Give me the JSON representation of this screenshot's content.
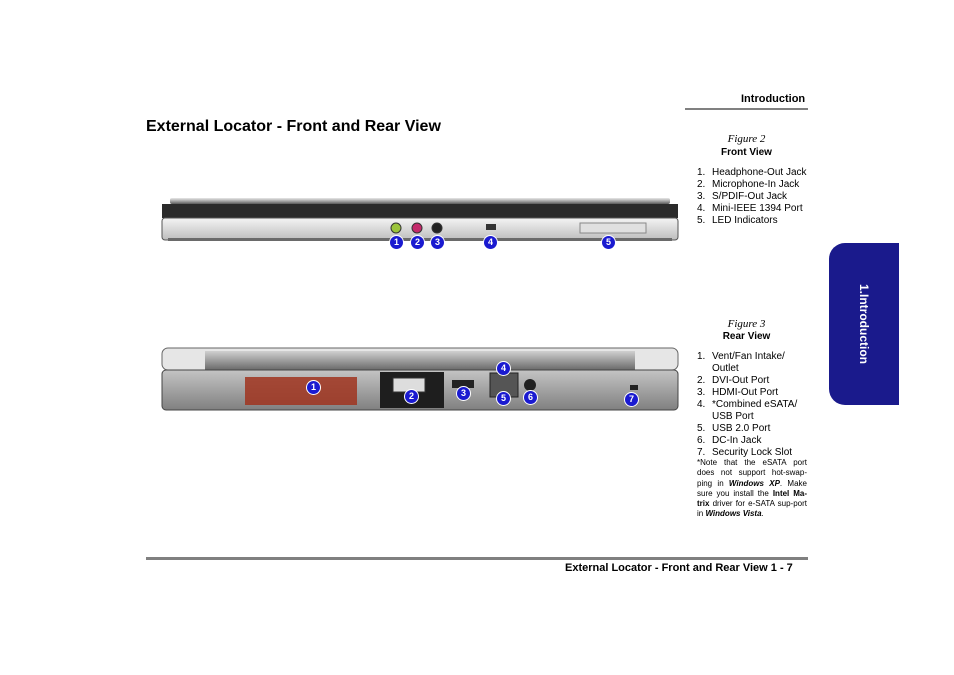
{
  "header": {
    "section": "Introduction"
  },
  "page_title": "External Locator - Front and Rear View",
  "figures": [
    {
      "caption": "Figure 2",
      "title": "Front View",
      "items": [
        {
          "num": "1.",
          "text": "Headphone-Out Jack"
        },
        {
          "num": "2.",
          "text": "Microphone-In Jack"
        },
        {
          "num": "3.",
          "text": "S/PDIF-Out Jack"
        },
        {
          "num": "4.",
          "text": "Mini-IEEE 1394 Port"
        },
        {
          "num": "5.",
          "text": "LED Indicators"
        }
      ],
      "callouts": [
        "1",
        "2",
        "3",
        "4",
        "5"
      ]
    },
    {
      "caption": "Figure 3",
      "title": "Rear View",
      "items": [
        {
          "num": "1.",
          "text": "Vent/Fan Intake/ Outlet"
        },
        {
          "num": "2.",
          "text": "DVI-Out Port"
        },
        {
          "num": "3.",
          "text": "HDMI-Out Port"
        },
        {
          "num": "4.",
          "text": "*Combined eSATA/ USB Port"
        },
        {
          "num": "5.",
          "text": "USB 2.0 Port"
        },
        {
          "num": "6.",
          "text": "DC-In Jack"
        },
        {
          "num": "7.",
          "text": "Security Lock Slot"
        }
      ],
      "callouts": [
        "1",
        "2",
        "3",
        "4",
        "5",
        "6",
        "7"
      ]
    }
  ],
  "note": {
    "t1": "*Note that the eSATA port does not support hot-swap-ping in ",
    "os1": "Windows XP",
    "t2": ". Make sure you install the ",
    "driver": "Intel Ma-trix",
    "t3": " driver for e-SATA sup-port in ",
    "os2": "Windows Vista",
    "t4": "."
  },
  "side_tab": "1.Introduction",
  "footer": {
    "text": "External Locator - Front and Rear View  1 - 7"
  },
  "colors": {
    "tab": "#1a1a8c",
    "callout": "#1a1ad0",
    "rule": "#808080"
  }
}
